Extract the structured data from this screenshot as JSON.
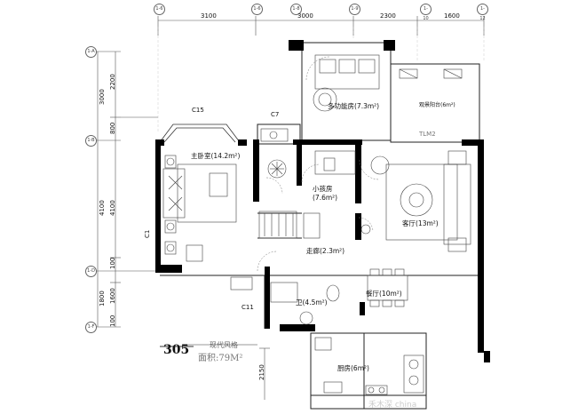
{
  "axes": {
    "top": [
      "1-6",
      "1-6",
      "1-8",
      "1-9",
      "1-10",
      "1-12"
    ],
    "left": [
      "1-A",
      "1-B",
      "1-D",
      "1-F"
    ]
  },
  "dimensions": {
    "top": [
      "3100",
      "3000",
      "2300",
      "1600"
    ],
    "left_outer": [
      "3000",
      "4100",
      "1800"
    ],
    "left_inner": [
      "2200",
      "800",
      "4100",
      "100",
      "1600",
      "100"
    ],
    "bottom": "2150"
  },
  "rooms": {
    "master_bedroom": "主卧室(14.2m²)",
    "multi_room": "多功能房(7.3m²)",
    "balcony": "观景阳台(6m²)",
    "child_room_1": "小孩房",
    "child_room_2": "(7.6m²)",
    "living": "客厅(13m²)",
    "corridor": "走廊(2.3m²)",
    "dining": "餐厅(10m²)",
    "bath": "卫(4.5m²)",
    "kitchen": "厨房(6m²)"
  },
  "labels": {
    "c15": "C15",
    "c7": "C7",
    "c1": "C1",
    "c11": "C11",
    "tlm2": "TLM2"
  },
  "title_block": {
    "unit": "305",
    "style": "现代风格",
    "area": "面积:79M²"
  },
  "watermark": "禾木深 china"
}
